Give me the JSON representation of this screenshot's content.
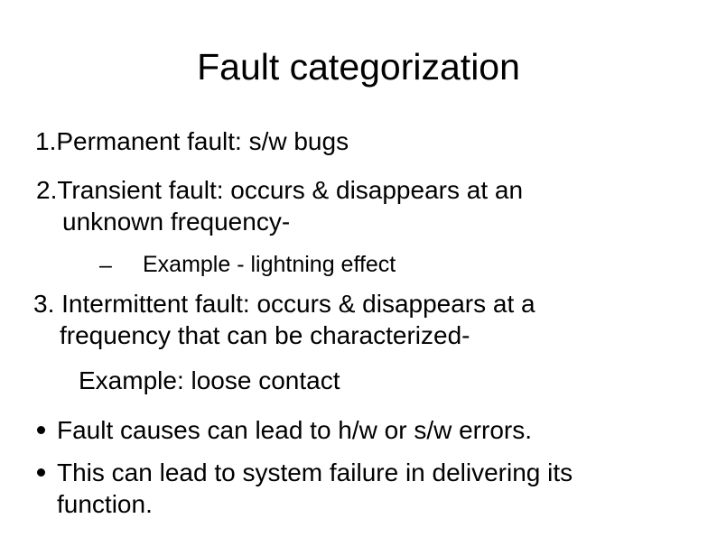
{
  "slide": {
    "title": "Fault categorization",
    "body": {
      "item1": {
        "line1": "1.Permanent fault: s/w bugs"
      },
      "item2": {
        "line1": "2.Transient fault: occurs & disappears at an",
        "line2": "unknown frequency-"
      },
      "dash_bullet": {
        "text": "Example - lightning effect"
      },
      "item3": {
        "line1": "3. Intermittent fault: occurs & disappears at a",
        "line2": "frequency that can be characterized-"
      },
      "example": {
        "text": "Example: loose contact"
      },
      "bullet1": {
        "text": "Fault causes can lead to h/w or s/w errors."
      },
      "bullet2": {
        "line1": "This can lead to system failure in delivering its",
        "line2": "function."
      }
    },
    "icons": {
      "dash_bullet": "–",
      "disc_bullet": "●"
    },
    "colors": {
      "background": "#ffffff",
      "text": "#000000"
    }
  }
}
